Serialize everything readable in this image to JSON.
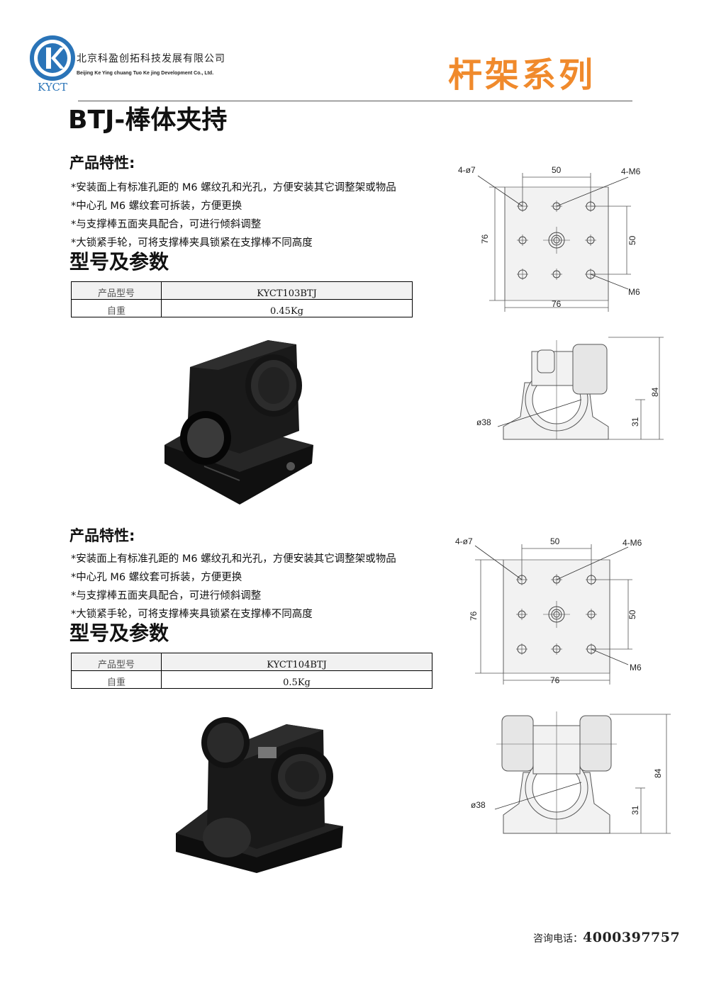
{
  "header": {
    "logo_text": "KYCT",
    "company_cn": "北京科盈创拓科技发展有限公司",
    "company_en": "Beijing Ke Ying chuang Tuo Ke jing Development Co., Ltd.",
    "series_title": "杆架系列"
  },
  "page_title": "BTJ-棒体夹持",
  "products": [
    {
      "features_heading": "产品特性:",
      "features": [
        "*安装面上有标准孔距的 M6 螺纹孔和光孔，方便安装其它调整架或物品",
        "*中心孔 M6 螺纹套可拆装，方便更换",
        "*与支撑棒五面夹具配合，可进行倾斜调整",
        "*大锁紧手轮，可将支撑棒夹具锁紧在支撑棒不同高度"
      ],
      "params_heading": "型号及参数",
      "table": [
        {
          "label": "产品型号",
          "value": "KYCT103BTJ"
        },
        {
          "label": "自重",
          "value": "0.45Kg"
        }
      ],
      "top_view": {
        "holes": "4-ø7",
        "thread": "4-M6",
        "spacing_x": "50",
        "spacing_y": "50",
        "height": "76",
        "width": "76",
        "center": "M6"
      },
      "side_view": {
        "bore": "ø38",
        "total_height": "84",
        "base_height": "31"
      }
    },
    {
      "features_heading": "产品特性:",
      "features": [
        "*安装面上有标准孔距的 M6 螺纹孔和光孔，方便安装其它调整架或物品",
        "*中心孔 M6 螺纹套可拆装，方便更换",
        "*与支撑棒五面夹具配合，可进行倾斜调整",
        "*大锁紧手轮，可将支撑棒夹具锁紧在支撑棒不同高度"
      ],
      "params_heading": "型号及参数",
      "table": [
        {
          "label": "产品型号",
          "value": "KYCT104BTJ"
        },
        {
          "label": "自重",
          "value": "0.5Kg"
        }
      ],
      "top_view": {
        "holes": "4-ø7",
        "thread": "4-M6",
        "spacing_x": "50",
        "spacing_y": "50",
        "height": "76",
        "width": "76",
        "center": "M6"
      },
      "side_view": {
        "bore": "ø38",
        "total_height": "84",
        "base_height": "31"
      }
    }
  ],
  "footer": {
    "label": "咨询电话：",
    "phone": "4000397757"
  },
  "colors": {
    "accent": "#f08a2c",
    "logo_blue": "#2a74b8"
  }
}
